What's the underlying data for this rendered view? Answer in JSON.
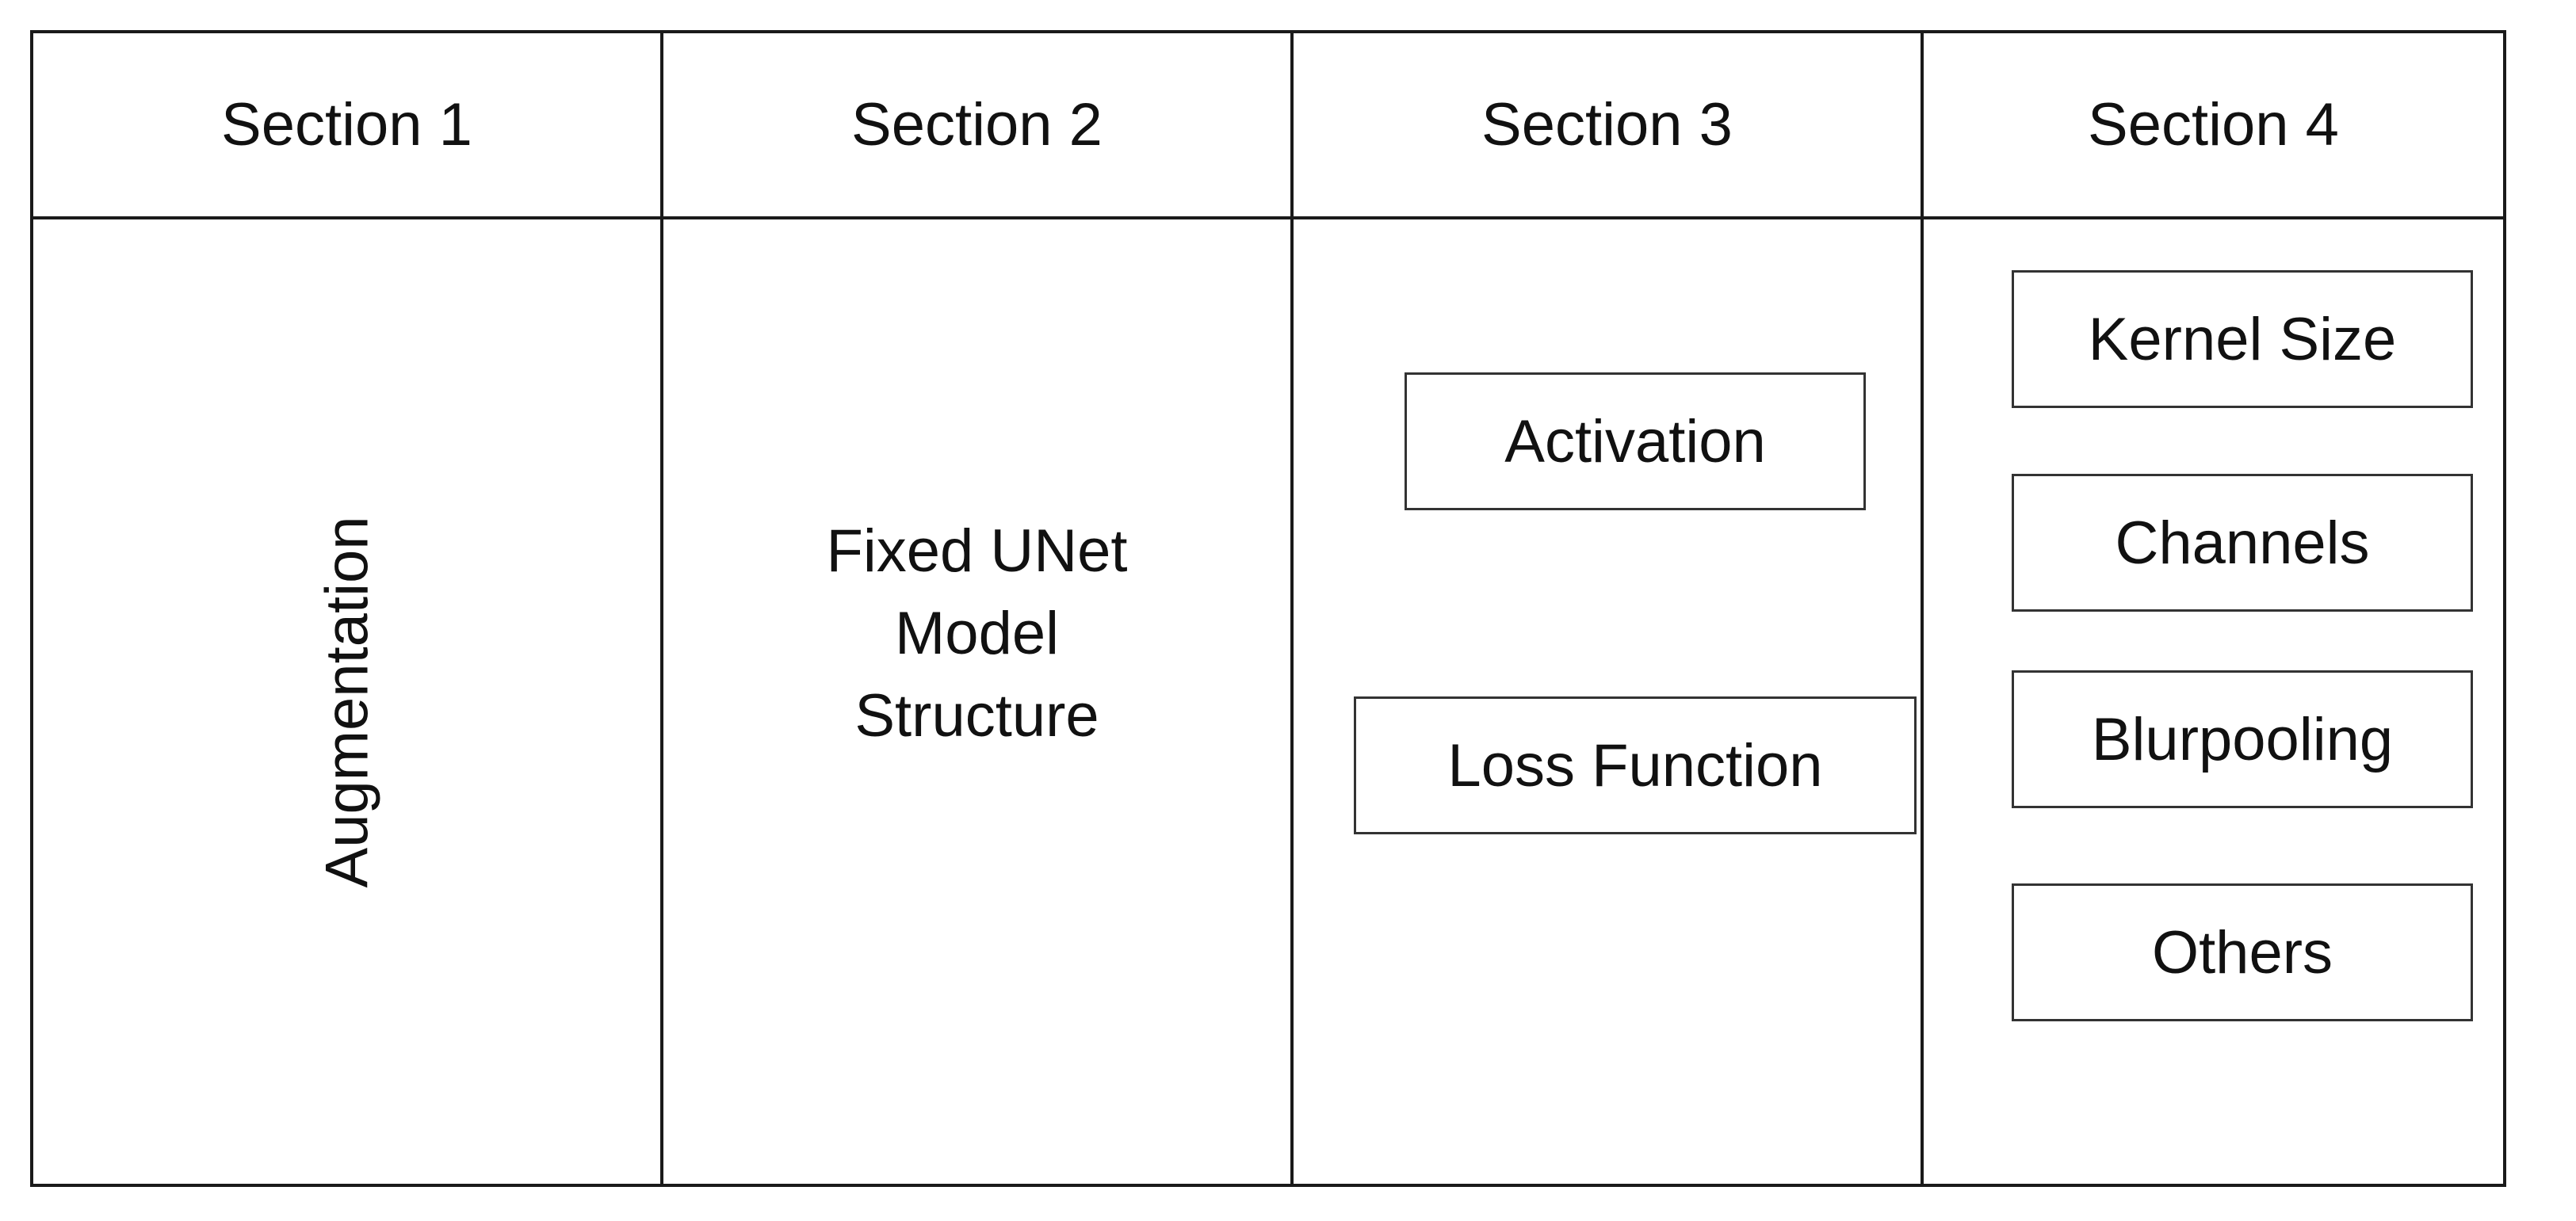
{
  "sections": [
    {
      "header": "Section 1",
      "content": "Augmentation"
    },
    {
      "header": "Section 2",
      "content_lines": [
        "Fixed UNet",
        "Model",
        "Structure"
      ]
    },
    {
      "header": "Section 3",
      "boxes": [
        "Activation",
        "Loss Function"
      ]
    },
    {
      "header": "Section 4",
      "boxes": [
        "Kernel Size",
        "Channels",
        "Blurpooling",
        "Others"
      ]
    }
  ],
  "colors": {
    "border": "#1a1a1a",
    "box_border": "#333333",
    "text": "#111111",
    "background": "#ffffff"
  }
}
